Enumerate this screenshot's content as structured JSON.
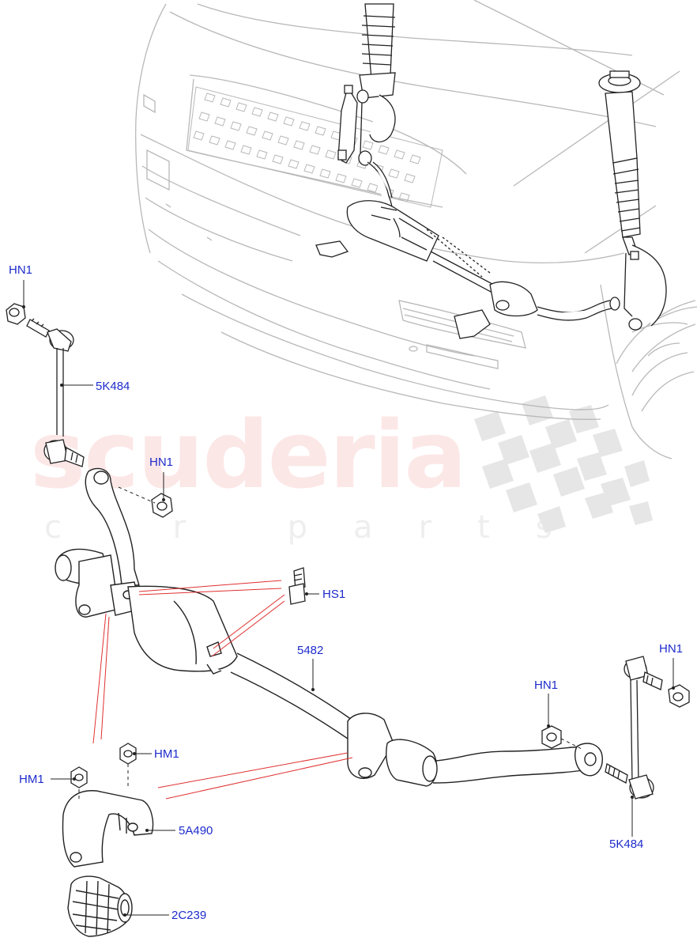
{
  "watermark": {
    "brand": "scuderia",
    "tagline": "car parts"
  },
  "callouts": {
    "hn1_top_left": "HN1",
    "k5484_top": "5K484",
    "hn1_mid_left": "HN1",
    "hs1": "HS1",
    "bar_5482": "5482",
    "hn1_right_top": "HN1",
    "hn1_right_mid": "HN1",
    "hm1_center": "HM1",
    "hm1_left": "HM1",
    "a5490": "5A490",
    "k5484_bottom": "5K484",
    "c2239": "2C239"
  },
  "colors": {
    "callout_text": "#1e2ccc",
    "line_art": "#222222",
    "vehicle_outline": "#b8b8b8",
    "reference_lines": "#e03030"
  }
}
